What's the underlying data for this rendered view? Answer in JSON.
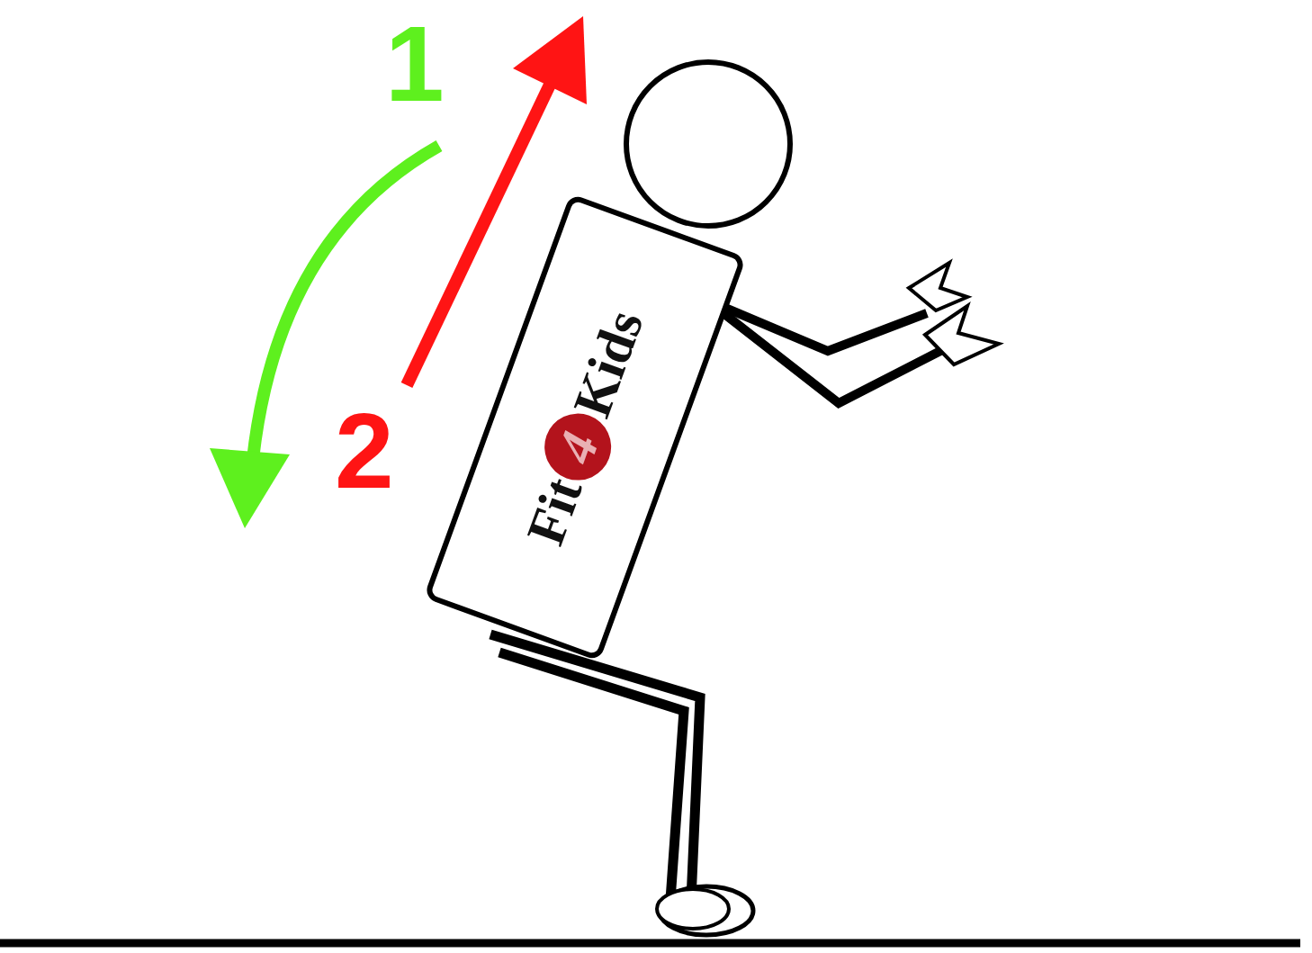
{
  "diagram": {
    "nodes": [
      {
        "text": [
          "Fit",
          "Kids"
        ]
      },
      {
        "text": [
          "4"
        ],
        "in": 0
      }
    ],
    "labels": [
      "1",
      "2"
    ]
  }
}
